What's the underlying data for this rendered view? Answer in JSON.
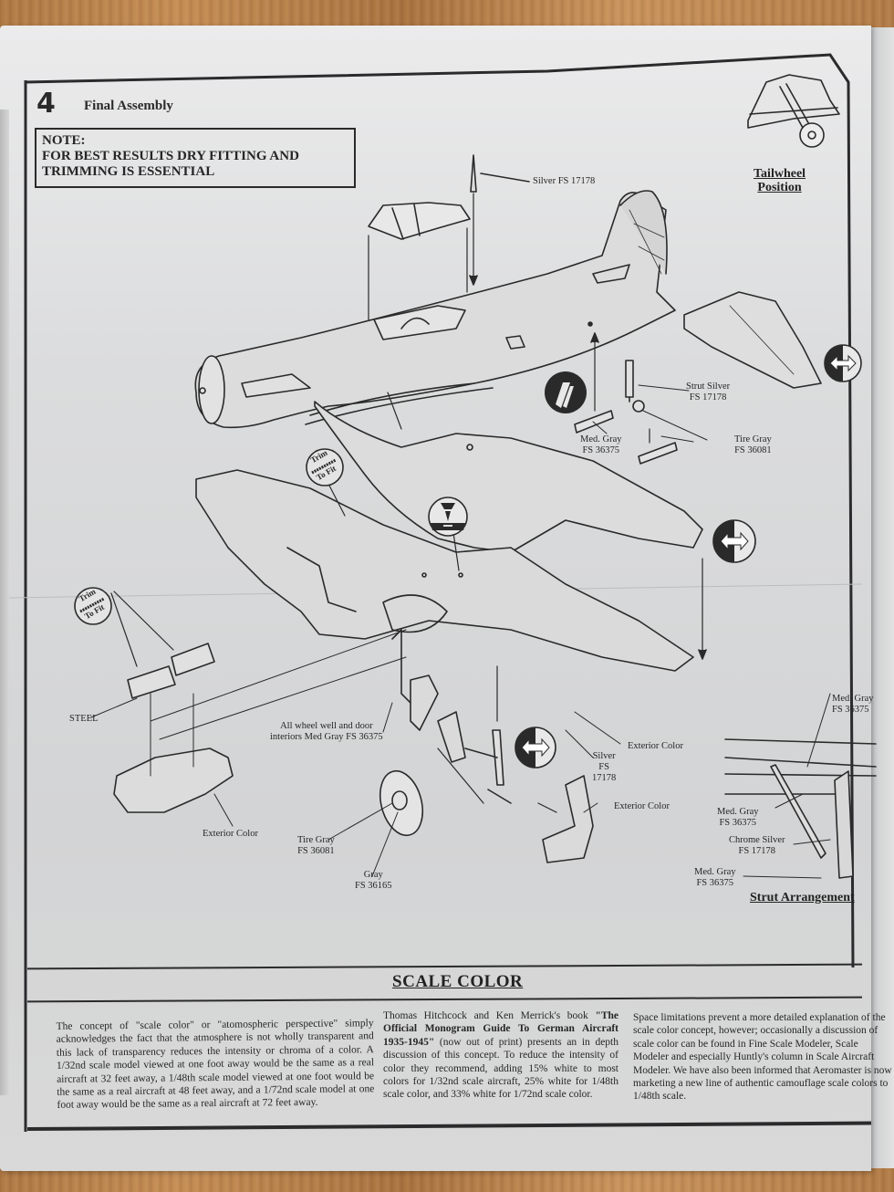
{
  "step": {
    "number": "4",
    "title": "Final Assembly"
  },
  "note": {
    "heading": "NOTE:",
    "line1": "FOR BEST RESULTS DRY FITTING AND",
    "line2": "TRIMMING IS ESSENTIAL"
  },
  "insets": {
    "tailwheel": {
      "line1": "Tailwheel",
      "line2": "Position"
    },
    "strut": {
      "title": "Strut Arrangement",
      "labels": [
        {
          "line1": "Med. Gray",
          "line2": "FS 36375"
        },
        {
          "line1": "Med. Gray",
          "line2": "FS 36375"
        },
        {
          "line1": "Chrome Silver",
          "line2": "FS 17178"
        },
        {
          "line1": "Med. Gray",
          "line2": "FS 36375"
        }
      ]
    }
  },
  "callouts": {
    "antenna": "Silver FS 17178",
    "tail_strut": {
      "line1": "Strut Silver",
      "line2": "FS 17178"
    },
    "tail_doors": {
      "line1": "Med. Gray",
      "line2": "FS 36375"
    },
    "tail_tire": {
      "line1": "Tire Gray",
      "line2": "FS 36081"
    },
    "steel": "STEEL",
    "wheel_well": {
      "line1": "All wheel well and door",
      "line2": "interiors Med Gray FS 36375"
    },
    "pitot": {
      "line1": "Silver",
      "line2": "FS",
      "line3": "17178"
    },
    "exterior_1": "Exterior Color",
    "exterior_2": "Exterior Color",
    "exterior_3": "Exterior Color",
    "main_tire": {
      "line1": "Tire Gray",
      "line2": "FS 36081"
    },
    "hub": {
      "line1": "Gray",
      "line2": "FS 36165"
    }
  },
  "symbols": {
    "trim_to_fit": {
      "line1": "Trim",
      "line2": "To Fit"
    }
  },
  "scale_color": {
    "title": "SCALE COLOR",
    "col1": "The concept of \"scale color\" or \"atomospheric perspective\" simply acknowledges the fact that the atmosphere is not wholly transparent and this lack of transparency reduces the intensity or chroma of a color. A 1/32nd scale model viewed at one foot away would be the same as a real aircraft at 32 feet away, a 1/48th scale model viewed at one foot would be the same as a real aircraft at 48 feet away, and a 1/72nd scale model at one foot away would be the same as a real aircraft at 72 feet away.",
    "col2_intro": "Thomas Hitchcock and Ken Merrick's book ",
    "col2_book": "\"The Official Monogram Guide To German Aircraft 1935-1945\"",
    "col2_rest": " (now out of print) presents an in depth discussion of this concept. To reduce the intensity of color they recommend, adding 15% white to most colors for 1/32nd scale aircraft, 25% white for 1/48th scale color, and 33% white for 1/72nd scale color.",
    "col3": "Space limitations prevent a more detailed explanation of the scale color concept, however; occasionally a discussion of scale color can be found in Fine Scale Modeler, Scale Modeler and especially Huntly's column in Scale Aircraft Modeler. We have also been informed that Aeromaster is now marketing a new line of authentic camouflage scale colors to 1/48th scale."
  }
}
